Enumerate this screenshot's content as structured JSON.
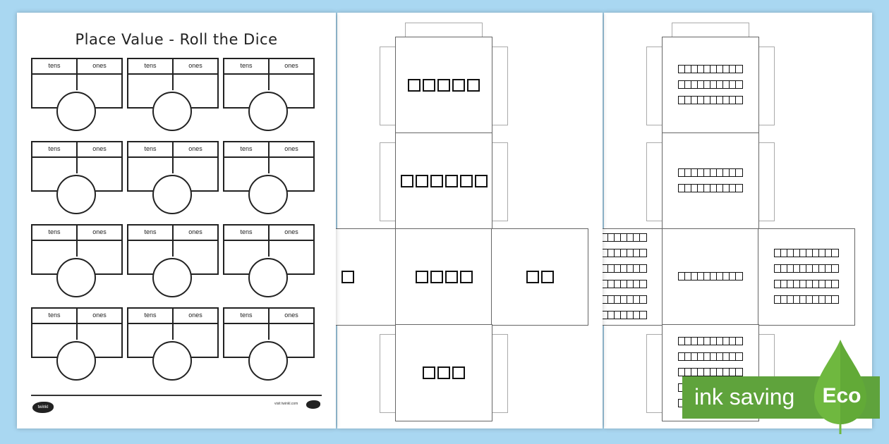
{
  "worksheet": {
    "title": "Place Value - Roll the Dice",
    "column_labels": [
      "tens",
      "ones"
    ],
    "rows": 4,
    "columns": 3,
    "logo_text": "twinkl",
    "footer_url": "visit twinkl.com"
  },
  "dice_ones": {
    "faces": [
      {
        "name": "top",
        "value": 5
      },
      {
        "name": "upper",
        "value": 6
      },
      {
        "name": "left",
        "value": 1
      },
      {
        "name": "center",
        "value": 4
      },
      {
        "name": "right",
        "value": 2
      },
      {
        "name": "bottom",
        "value": 3
      }
    ]
  },
  "dice_tens": {
    "faces": [
      {
        "name": "top",
        "tens": 3
      },
      {
        "name": "upper",
        "tens": 2
      },
      {
        "name": "left",
        "tens": 6
      },
      {
        "name": "center",
        "tens": 1
      },
      {
        "name": "right",
        "tens": 4
      },
      {
        "name": "bottom",
        "tens": 5
      }
    ]
  },
  "badge": {
    "label": "ink saving",
    "eco": "Eco",
    "color": "#5fa33c"
  },
  "colors": {
    "background": "#a9d7f1"
  }
}
